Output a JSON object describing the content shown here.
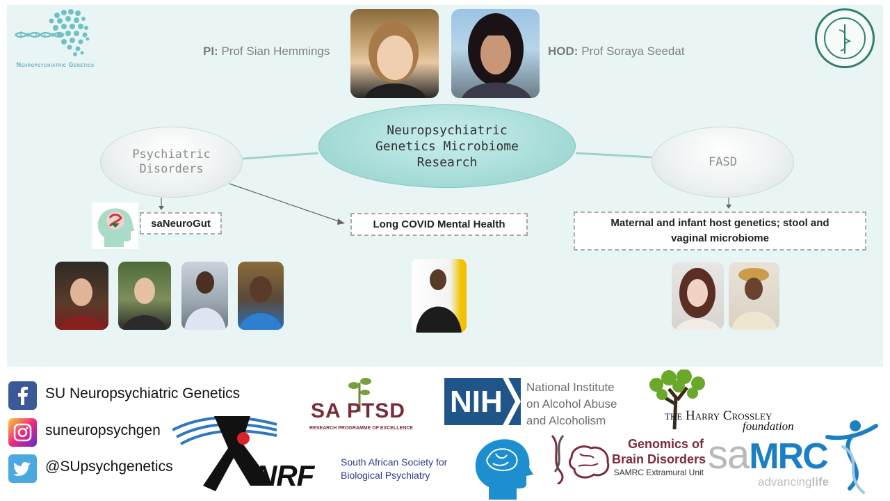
{
  "header": {
    "logo_text": "Neuropsychiatric Genetics",
    "pi_label": "PI:",
    "pi_name": "Prof Sian Hemmings",
    "hod_label": "HOD:",
    "hod_name": "Prof Soraya Seedat"
  },
  "diagram": {
    "center": "Neuropsychiatric Genetics Microbiome Research",
    "left_node": "Psychiatric Disorders",
    "right_node": "FASD",
    "box_saneurogut": "saNeuroGut",
    "box_longcovid": "Long COVID Mental Health",
    "box_maternal": "Maternal and infant host genetics; stool and vaginal microbiome"
  },
  "social": {
    "facebook": "SU Neuropsychiatric Genetics",
    "instagram": "suneuropsychgen",
    "twitter": "@SUpsychgenetics"
  },
  "partners": {
    "sa_ptsd": "SA PTSD",
    "sa_ptsd_sub": "RESEARCH PROGRAMME OF EXCELLENCE",
    "nrf": "NRF",
    "nih": "NIH",
    "niaaa_line1": "National Institute",
    "niaaa_line2": "on Alcohol Abuse",
    "niaaa_line3": "and Alcoholism",
    "harry_line1": "the Harry Crossley",
    "harry_line2": "foundation",
    "sasbp_line1": "South African Society for",
    "sasbp_line2": "Biological Psychiatry",
    "gbd_line1": "Genomics of",
    "gbd_line2": "Brain Disorders",
    "gbd_line3": "SAMRC Extramural Unit",
    "samrc_sa": "sa",
    "samrc_mrc": "MRC",
    "samrc_tag1": "advancing",
    "samrc_tag2": "life"
  },
  "colors": {
    "panel_bg": "#e9f5f4",
    "teal": "#93cfca",
    "nih_blue": "#20558a",
    "samrc_blue": "#1c7fc4"
  }
}
